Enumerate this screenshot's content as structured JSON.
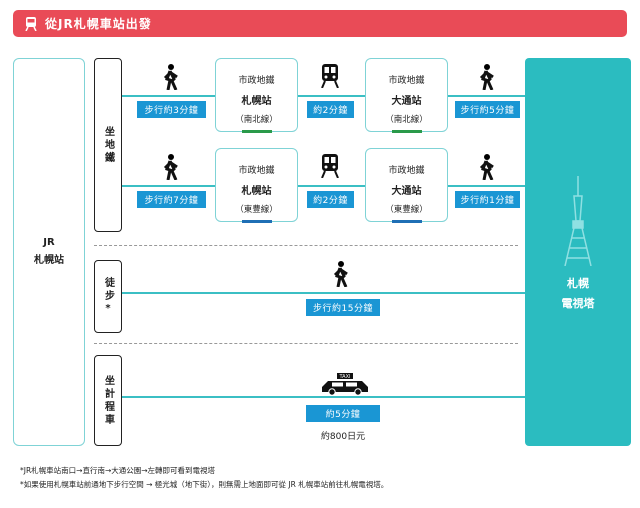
{
  "header": {
    "title": "從JR札幌車站出發",
    "icon": "train-icon",
    "color": "#e94b57"
  },
  "origin": {
    "line1": "JR",
    "line2": "札幌站"
  },
  "destination": {
    "line1": "札幌",
    "line2": "電視塔",
    "icon": "tv-tower-icon",
    "color": "#2bbcc0"
  },
  "categories": {
    "subway": "坐地鐵",
    "walk": "徒步*",
    "taxi": "坐計程車"
  },
  "subway_routes": [
    {
      "walk1": "步行約3分鐘",
      "from": {
        "op": "市政地鐵",
        "name": "札幌站",
        "line": "（南北線）",
        "line_color": "#2a9a4a"
      },
      "ride": "約2分鐘",
      "to": {
        "op": "市政地鐵",
        "name": "大通站",
        "line": "（南北線）",
        "line_color": "#2a9a4a"
      },
      "walk2": "步行約5分鐘"
    },
    {
      "walk1": "步行約7分鐘",
      "from": {
        "op": "市政地鐵",
        "name": "札幌站",
        "line": "（東豊線）",
        "line_color": "#1f6fb5"
      },
      "ride": "約2分鐘",
      "to": {
        "op": "市政地鐵",
        "name": "大通站",
        "line": "（東豊線）",
        "line_color": "#1f6fb5"
      },
      "walk2": "步行約1分鐘"
    }
  ],
  "walk_route": {
    "time": "步行約15分鐘"
  },
  "taxi_route": {
    "time": "約5分鐘",
    "fare": "約800日元",
    "taxi_sign": "TAXI"
  },
  "notes": [
    "*JR札幌車站南口→直行南→大通公園→左轉即可看到電視塔",
    "*如果使用札幌車站前通地下步行空間 → 極光城（地下街），則無需上地面即可從 JR 札幌車站前往札幌電視塔。"
  ]
}
